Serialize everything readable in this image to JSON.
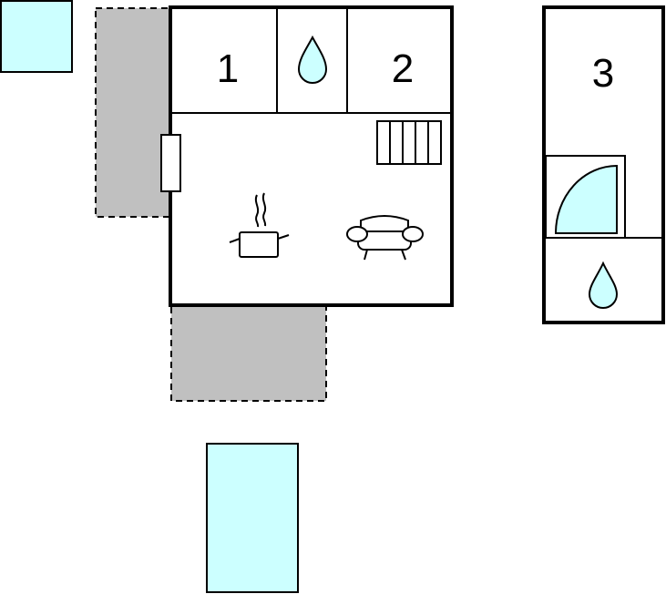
{
  "rooms": {
    "room1": {
      "label": "1"
    },
    "room2": {
      "label": "2"
    },
    "room3": {
      "label": "3"
    }
  },
  "colors": {
    "wall": "#000000",
    "water": "#ccffff",
    "terrace": "#c0c0c0",
    "background": "#ffffff"
  },
  "icons": {
    "bathroom_main": "water-drop-icon",
    "bathroom_annex": "water-drop-icon",
    "kitchen": "cooking-pot-icon",
    "living": "sofa-icon",
    "stairs": "stairs-icon",
    "shower": "shower-icon"
  }
}
